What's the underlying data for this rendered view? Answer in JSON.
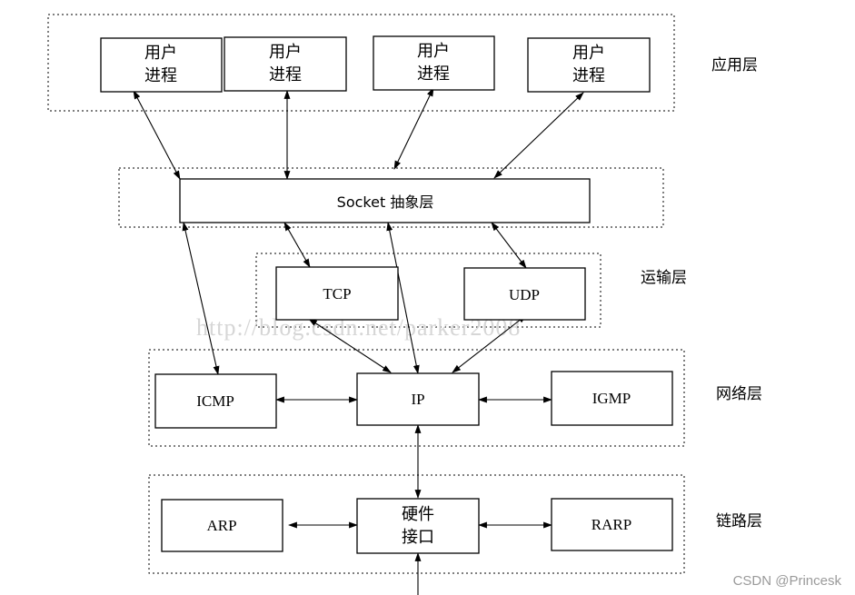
{
  "diagram": {
    "layers": {
      "application": "应用层",
      "transport": "运输层",
      "network": "网络层",
      "link": "链路层"
    },
    "user_process": {
      "line1": "用户",
      "line2": "进程"
    },
    "socket_layer": "Socket 抽象层",
    "tcp": "TCP",
    "udp": "UDP",
    "icmp": "ICMP",
    "ip": "IP",
    "igmp": "IGMP",
    "arp": "ARP",
    "hardware_interface": {
      "line1": "硬件",
      "line2": "接口"
    },
    "rarp": "RARP"
  },
  "watermark": "http://blog.csdn.net/parker2008",
  "credit": "CSDN @Princesk"
}
